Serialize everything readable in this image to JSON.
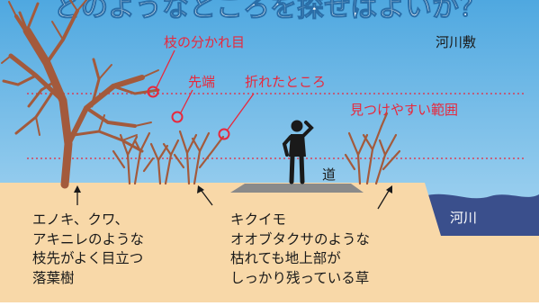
{
  "title": "どのようなところを探せばよいか？",
  "labels": {
    "branch_fork": "枝の分かれ目",
    "tip": "先端",
    "broken": "折れたところ",
    "floodplain": "河川敷",
    "easy_zone": "見つけやすい範囲",
    "road": "道",
    "river": "河川"
  },
  "notes": {
    "trees": "エノキ、クワ、\nアキニレのような\n枝先がよく目立つ\n落葉樹",
    "grasses": "キクイモ\nオオブタクサのような\n枯れても地上部が\nしっかり残っている草"
  },
  "colors": {
    "sky_top": "#4fa8e0",
    "sky_bottom": "#bfe2f6",
    "ground": "#f8d8a8",
    "tree": "#a35a3c",
    "highlight_red": "#e8283c",
    "river": "#3a4f8c"
  },
  "icons": [
    "person-icon"
  ]
}
